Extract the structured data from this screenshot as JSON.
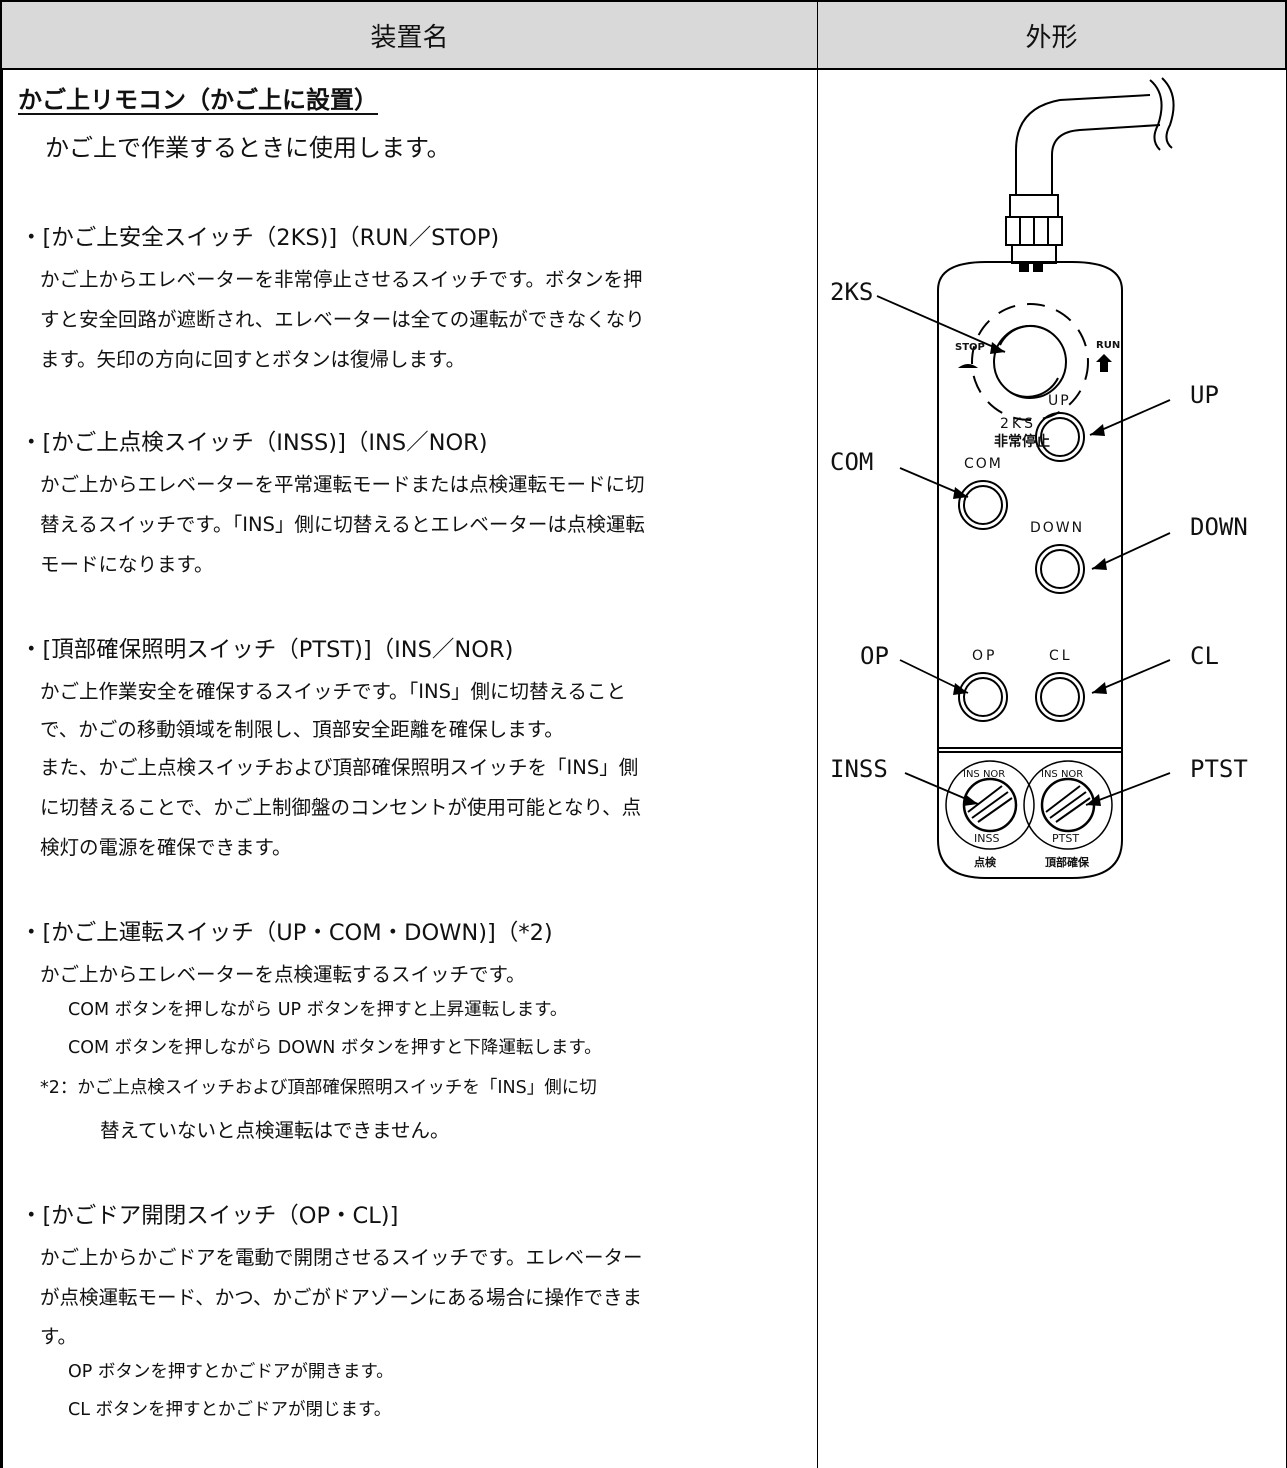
{
  "header": {
    "col1": "装置名",
    "col2": "外形"
  },
  "title": "かご上リモコン（かご上に設置）",
  "lead": "かご上で作業するときに使用します。",
  "sections": [
    {
      "heading": "・[かご上安全スイッチ（2KS)]（RUN／STOP)",
      "lines": [
        "かご上からエレベーターを非常停止させるスイッチです。ボタンを押",
        "すと安全回路が遮断され、エレベーターは全ての運転ができなくなり",
        "ます。矢印の方向に回すとボタンは復帰します。"
      ]
    },
    {
      "heading": "・[かご上点検スイッチ（INSS)]（INS／NOR)",
      "lines": [
        "かご上からエレベーターを平常運転モードまたは点検運転モードに切",
        "替えるスイッチです。「INS」側に切替えるとエレベーターは点検運転",
        "モードになります。"
      ]
    },
    {
      "heading": "・[頂部確保照明スイッチ（PTST)]（INS／NOR)",
      "lines": [
        "かご上作業安全を確保するスイッチです。「INS」側に切替えること",
        "で、かごの移動領域を制限し、頂部安全距離を確保します。",
        "また、かご上点検スイッチおよび頂部確保照明スイッチを「INS」側",
        "に切替えることで、かご上制御盤のコンセントが使用可能となり、点",
        "検灯の電源を確保できます。"
      ]
    },
    {
      "heading": "・[かご上運転スイッチ（UP・COM・DOWN)]（*2)",
      "lines": [
        "かご上からエレベーターを点検運転するスイッチです。"
      ],
      "sub": [
        "COM ボタンを押しながら UP ボタンを押すと上昇運転します。",
        "COM ボタンを押しながら DOWN ボタンを押すと下降運転します。"
      ],
      "note": "*2：かご上点検スイッチおよび頂部確保照明スイッチを「INS」側に切",
      "note_cont": "替えていないと点検運転はできません。"
    },
    {
      "heading": "・[かごドア開閉スイッチ（OP・CL)]",
      "lines": [
        "かご上からかごドアを電動で開閉させるスイッチです。エレベーター",
        "が点検運転モード、かつ、かごがドアゾーンにある場合に操作できま",
        "す。"
      ],
      "sub": [
        "OP ボタンを押すとかごドアが開きます。",
        "CL ボタンを押すとかごドアが閉じます。"
      ]
    }
  ],
  "device": {
    "callouts": {
      "ks": "2KS",
      "up": "UP",
      "com": "COM",
      "down": "DOWN",
      "op": "OP",
      "cl": "CL",
      "inss": "INSS",
      "ptst": "PTST"
    },
    "panel_labels": {
      "stop": "STOP",
      "run": "RUN",
      "ks_line1": "2KS",
      "ks_line2": "非常停止",
      "up": "UP",
      "com": "COM",
      "down": "DOWN",
      "op": "OP",
      "cl": "CL",
      "ins_nor_1": "INS NOR",
      "ins_nor_2": "INS NOR",
      "inss": "INSS",
      "ptst": "PTST",
      "tenken": "点検",
      "choubu": "頂部確保"
    }
  }
}
